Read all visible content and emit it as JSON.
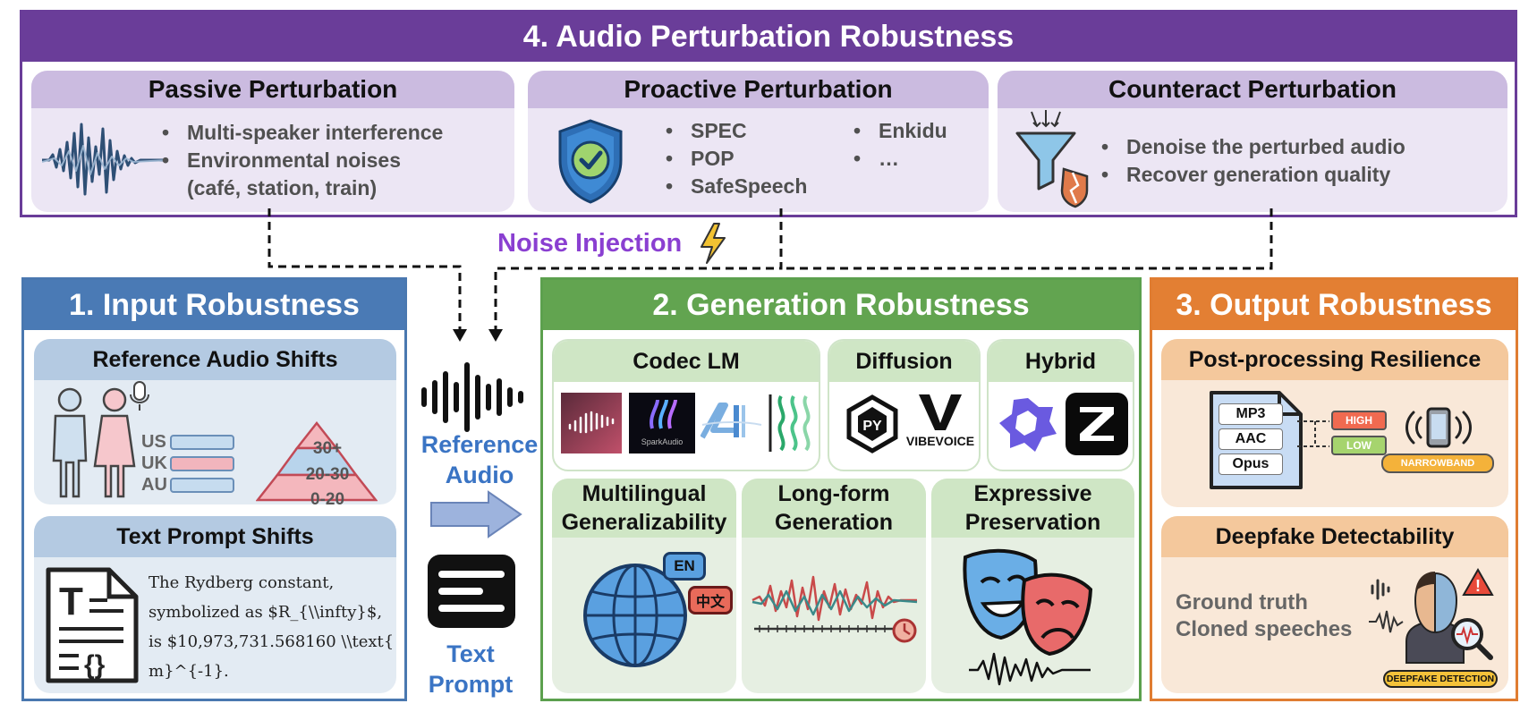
{
  "perturbation": {
    "title": "4. Audio Perturbation Robustness",
    "passive": {
      "title": "Passive Perturbation",
      "items": [
        "Multi-speaker interference",
        "Environmental noises",
        "(café, station, train)"
      ]
    },
    "proactive": {
      "title": "Proactive Perturbation",
      "items_col1": [
        "SPEC",
        "POP",
        "SafeSpeech"
      ],
      "items_col2": [
        "Enkidu",
        "…"
      ]
    },
    "counteract": {
      "title": "Counteract Perturbation",
      "items": [
        "Denoise the perturbed audio",
        "Recover generation quality"
      ]
    }
  },
  "noise_injection": {
    "label": "Noise Injection"
  },
  "input": {
    "title": "1. Input Robustness",
    "reference_shifts": {
      "title": "Reference Audio Shifts",
      "accents": [
        "US",
        "UK",
        "AU"
      ],
      "age_groups": [
        "30+",
        "20-30",
        "0-20"
      ]
    },
    "text_shifts": {
      "title": "Text Prompt Shifts",
      "text_lines": [
        "The Rydberg constant,",
        "symbolized as $R_{\\\\infty}$,",
        "is $10,973,731.568160 \\\\text{",
        "m}^{-1}."
      ]
    }
  },
  "middle": {
    "reference_audio": [
      "Reference",
      "Audio"
    ],
    "text_prompt": [
      "Text",
      "Prompt"
    ]
  },
  "generation": {
    "title": "2. Generation Robustness",
    "codec_lm": {
      "title": "Codec LM",
      "logo_text": [
        "SparkAudio"
      ]
    },
    "diffusion": {
      "title": "Diffusion",
      "logo_text": [
        "VIBEVOICE"
      ]
    },
    "hybrid": {
      "title": "Hybrid"
    },
    "multilingual": {
      "title_lines": [
        "Multilingual",
        "Generalizability"
      ],
      "bubbles": [
        "EN",
        "中文"
      ]
    },
    "longform": {
      "title_lines": [
        "Long-form",
        "Generation"
      ]
    },
    "expressive": {
      "title_lines": [
        "Expressive",
        "Preservation"
      ]
    }
  },
  "output": {
    "title": "3. Output Robustness",
    "postprocessing": {
      "title": "Post-processing Resilience",
      "formats": [
        "MP3",
        "AAC",
        "Opus"
      ],
      "levels": [
        "HIGH",
        "LOW"
      ],
      "band_label": "NARROWBAND"
    },
    "deepfake": {
      "title": "Deepfake Detectability",
      "lines": [
        "Ground truth",
        "Cloned speeches"
      ],
      "badge": "DEEPFAKE DETECTION"
    }
  },
  "colors": {
    "purple": "#6a3d99",
    "blue": "#4a7ab5",
    "green": "#62a450",
    "orange": "#e37f33",
    "noise": "#8a3fd1"
  }
}
